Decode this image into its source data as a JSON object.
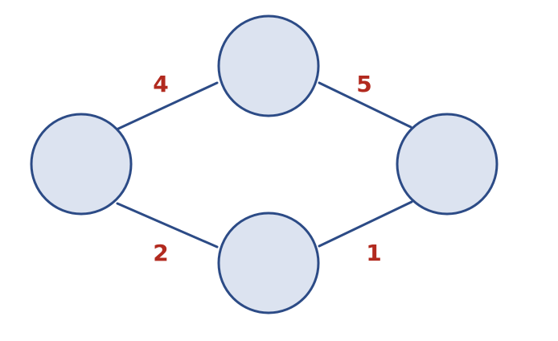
{
  "graph": {
    "edges": [
      {
        "from": "left",
        "to": "top",
        "weight": "4"
      },
      {
        "from": "top",
        "to": "right",
        "weight": "5"
      },
      {
        "from": "left",
        "to": "bottom",
        "weight": "2"
      },
      {
        "from": "bottom",
        "to": "right",
        "weight": "1"
      }
    ],
    "colors": {
      "node_fill": "#dce3f0",
      "node_stroke": "#2c4b86",
      "edge": "#2c4b86",
      "weight_text": "#b22a1f"
    }
  }
}
